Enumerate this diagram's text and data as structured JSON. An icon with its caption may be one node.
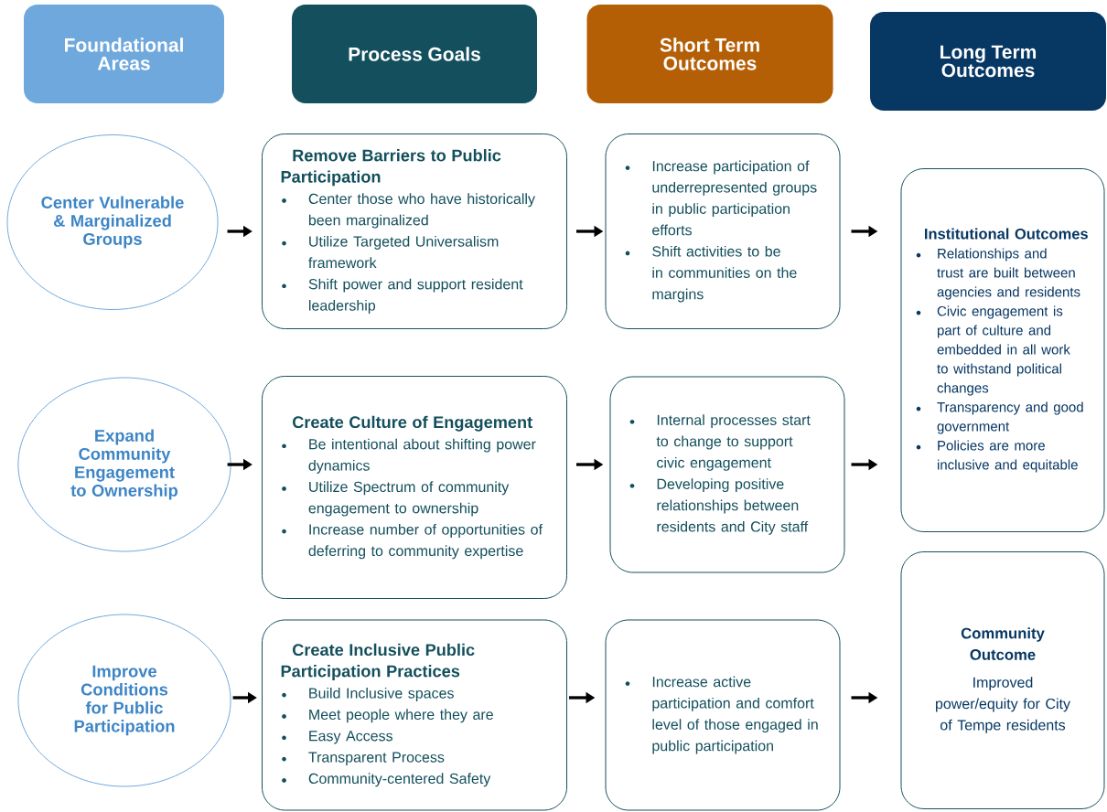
{
  "diagram": {
    "nodes": [
      {
        "text": [
          "Foundational Areas"
        ]
      },
      {
        "text": [
          "Process Goals"
        ]
      },
      {
        "text": [
          "Short Term Outcomes"
        ]
      },
      {
        "text": [
          "Long Term Outcomes"
        ]
      },
      {
        "text": [
          "Center Vulnerable & Marginalized Groups"
        ]
      },
      {
        "text": [
          "Expand Community Engagement to Ownership"
        ]
      },
      {
        "text": [
          "Improve Conditions for Public Participation"
        ]
      },
      {
        "text": [
          "Remove Barriers to Public Participation",
          "Center those who have historically been marginalized",
          "Utilize Targeted Universalism framework",
          "Shift power and support resident leadership"
        ]
      },
      {
        "text": [
          "Create Culture of Engagement",
          "Be intentional about shifting power dynamics",
          "Utilize Spectrum of community engagement to ownership",
          "Increase number of opportunities of deferring to community expertise"
        ]
      },
      {
        "text": [
          "Create Inclusive Public Participation Practices",
          "Build Inclusive spaces",
          "Meet people where they are",
          "Easy Access",
          "Transparent Process",
          "Community-centered Safety"
        ]
      },
      {
        "text": [
          "Increase participation of underrepresented groups in public participation efforts",
          "Shift activities to be in communities on the margins"
        ]
      },
      {
        "text": [
          "Internal processes start to change to support civic engagement",
          "Developing positive relationships between residents and City staff"
        ]
      },
      {
        "text": [
          "Increase active participation and comfort level of those engaged in public participation"
        ]
      },
      {
        "text": [
          "Institutional Outcomes",
          "Relationships and trust are built between agencies and residents",
          "Civic engagement is part of culture and embedded in all work to withstand political changes",
          "Transparency and good government",
          "Policies are more inclusive and equitable"
        ]
      },
      {
        "text": [
          "Community Outcome",
          "Improved power/equity for City of Tempe residents"
        ]
      }
    ],
    "edges": [
      {
        "from": 4,
        "to": 7,
        "arrow": "to"
      },
      {
        "from": 7,
        "to": 10,
        "arrow": "to"
      },
      {
        "from": 10,
        "to": 13,
        "arrow": "to"
      },
      {
        "from": 5,
        "to": 8,
        "arrow": "to"
      },
      {
        "from": 8,
        "to": 11,
        "arrow": "to"
      },
      {
        "from": 11,
        "to": 13,
        "arrow": "to"
      },
      {
        "from": 6,
        "to": 9,
        "arrow": "to"
      },
      {
        "from": 9,
        "to": 12,
        "arrow": "to"
      },
      {
        "from": 12,
        "to": 14,
        "arrow": "to"
      }
    ]
  }
}
